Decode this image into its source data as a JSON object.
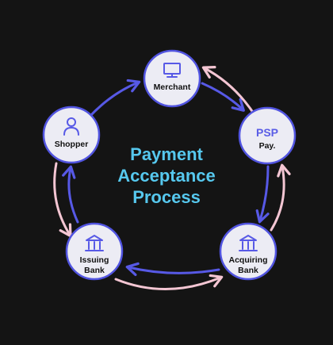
{
  "title": {
    "line1": "Payment",
    "line2": "Acceptance",
    "line3": "Process"
  },
  "nodes": {
    "merchant": {
      "label": "Merchant",
      "icon": "monitor-icon"
    },
    "psp": {
      "label1": "PSP",
      "label2": "Pay.",
      "icon": "none"
    },
    "acquiring": {
      "label1": "Acquiring",
      "label2": "Bank",
      "icon": "bank-icon"
    },
    "issuing": {
      "label1": "Issuing",
      "label2": "Bank",
      "icon": "bank-icon"
    },
    "shopper": {
      "label": "Shopper",
      "icon": "person-icon"
    }
  },
  "colors": {
    "background": "#141414",
    "node_fill": "#ECECF4",
    "node_stroke": "#5154E0",
    "inner_arrows": "#5759E6",
    "outer_arrows": "#F4C6D3",
    "title": "#56C8EE",
    "node_text": "#111111",
    "psp_text": "#5A5DE6"
  }
}
